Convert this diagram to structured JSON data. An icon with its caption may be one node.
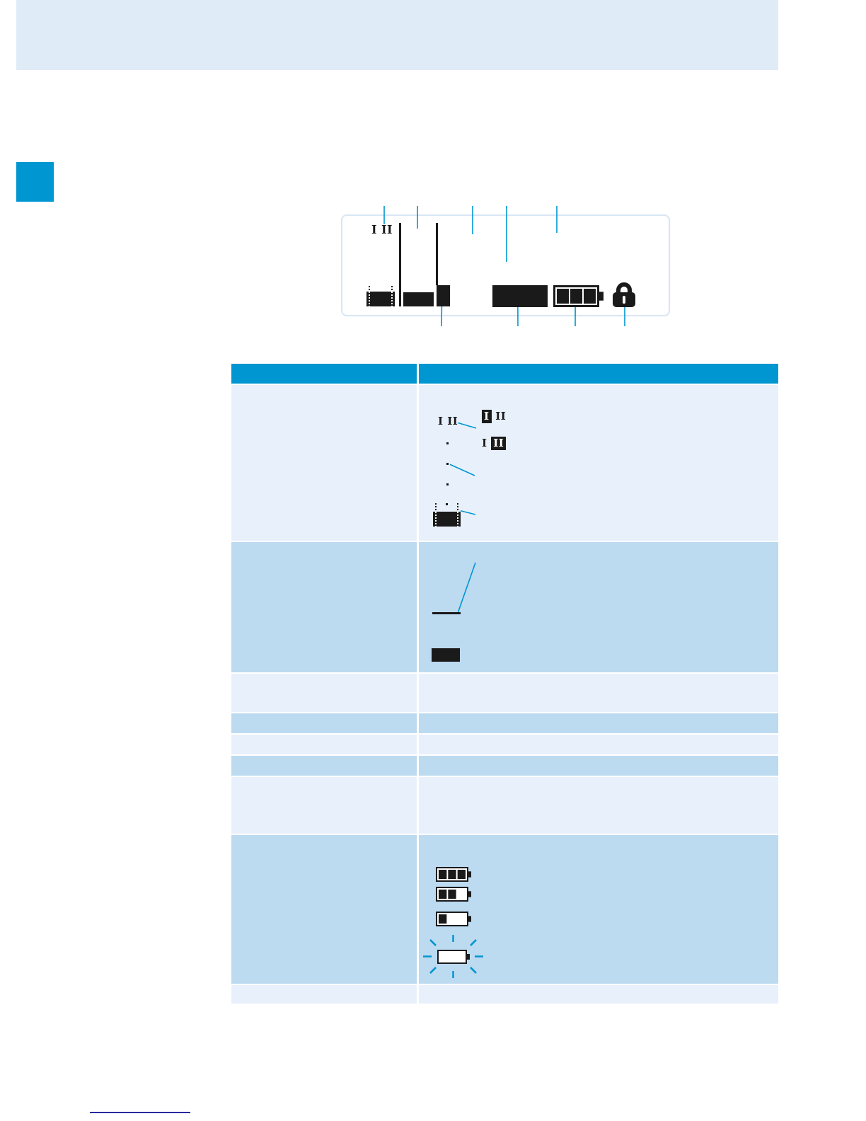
{
  "diagram": {
    "nodes": [
      {
        "text": [],
        "shape": "box"
      },
      {
        "text": [
          "I II"
        ],
        "in": 0
      },
      {
        "text": [],
        "shape": "bar",
        "in": 0
      },
      {
        "text": [],
        "shape": "bar",
        "in": 0
      },
      {
        "text": [],
        "shape": "picture",
        "in": 0
      },
      {
        "text": [],
        "shape": "picture",
        "in": 0
      },
      {
        "text": [
          "I II"
        ]
      },
      {
        "text": [],
        "shape": "picture"
      },
      {
        "text": [],
        "shape": "bar"
      },
      {
        "text": [],
        "shape": "bar"
      }
    ],
    "edges": [
      {
        "from": null,
        "to": 1,
        "arrow": "none"
      },
      {
        "from": null,
        "to": 0,
        "arrow": "none"
      },
      {
        "from": null,
        "to": 0,
        "arrow": "none"
      },
      {
        "from": null,
        "to": 0,
        "arrow": "none"
      },
      {
        "from": null,
        "to": 0,
        "arrow": "none"
      },
      {
        "from": null,
        "to": 2,
        "arrow": "none"
      },
      {
        "from": null,
        "to": 3,
        "arrow": "none"
      },
      {
        "from": null,
        "to": 4,
        "arrow": "none"
      },
      {
        "from": null,
        "to": 5,
        "arrow": "none"
      },
      {
        "from": null,
        "to": 6,
        "arrow": "none"
      },
      {
        "from": null,
        "to": 7,
        "arrow": "none"
      },
      {
        "from": null,
        "to": 8,
        "arrow": "none"
      },
      {
        "from": null,
        "to": 9,
        "arrow": "none"
      }
    ],
    "labels": [
      "I II",
      "I II"
    ]
  }
}
